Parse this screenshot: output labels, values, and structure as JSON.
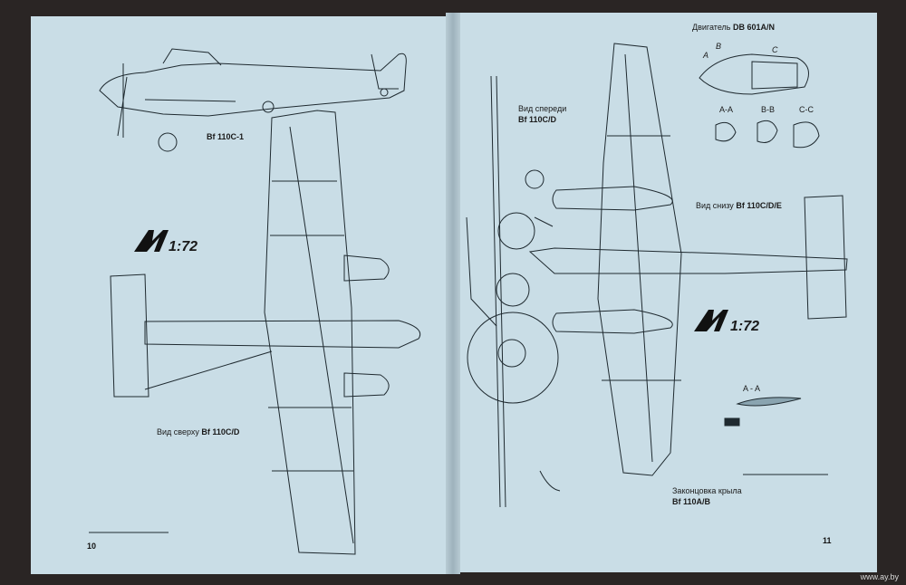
{
  "left_page": {
    "side_caption": "Bf 110C-1",
    "top_caption_prefix": "Вид сверху",
    "top_caption_model": "Bf 110C/D",
    "scale_mark": "1:72",
    "page_number": "10"
  },
  "right_page": {
    "engine_caption_prefix": "Двигатель",
    "engine_caption_model": "DB 601A/N",
    "section_letters": [
      "A",
      "B",
      "C"
    ],
    "section_labels": [
      "A-A",
      "B-B",
      "C-C"
    ],
    "front_caption_prefix": "Вид спереди",
    "front_caption_model": "Bf 110C/D",
    "bottom_caption_prefix": "Вид снизу",
    "bottom_caption_model": "Bf 110C/D/E",
    "scale_mark": "1:72",
    "airfoil_label": "A - A",
    "wingtip_caption": "Законцовка крыла",
    "wingtip_model": "Bf 110A/B",
    "page_number": "11"
  },
  "watermark": "www.ay.by"
}
